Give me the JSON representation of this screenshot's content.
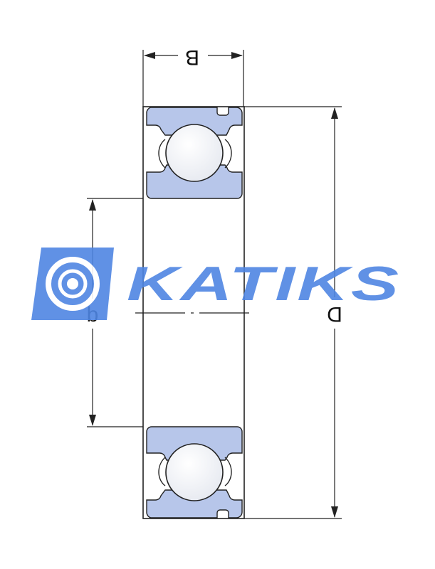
{
  "diagram": {
    "labels": {
      "width": "B",
      "bore": "b",
      "outer_diameter": "D"
    }
  },
  "watermark": {
    "text": "KATIKS",
    "color": "#4f86e3",
    "icon": "bearing-logo-icon"
  },
  "colors": {
    "ring_fill": "#b7c6ea",
    "line": "#222222"
  }
}
